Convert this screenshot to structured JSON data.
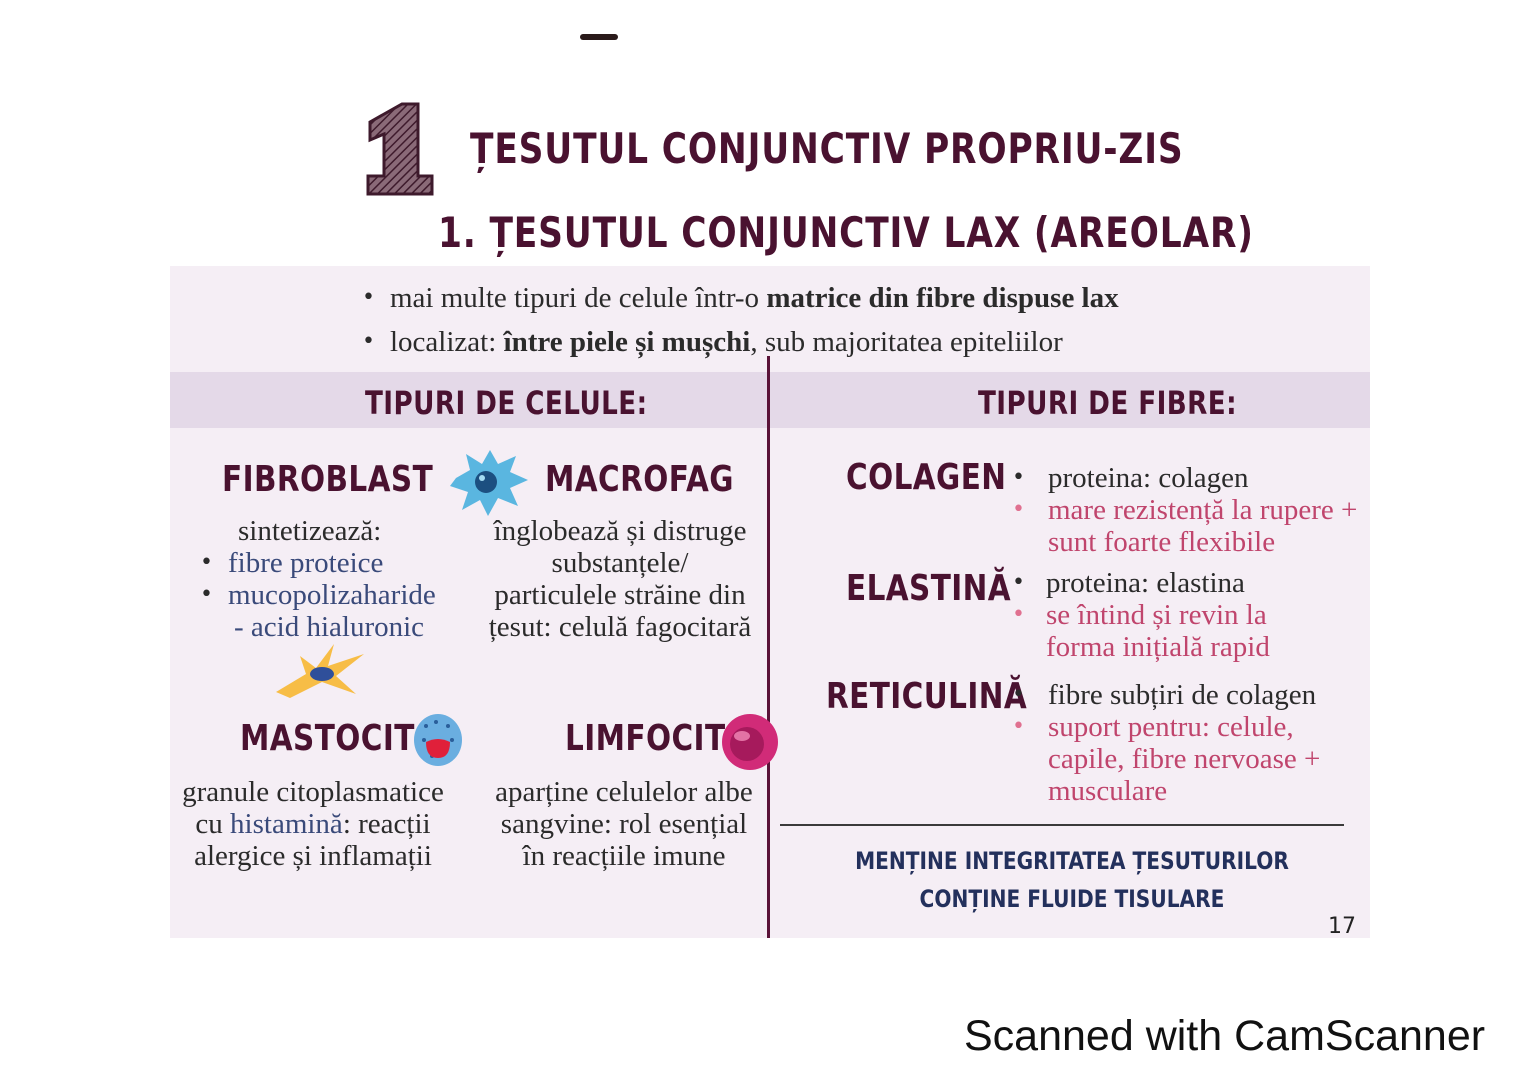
{
  "header": {
    "number": "1",
    "title": "ȚESUTUL CONJUNCTIV PROPRIU-ZIS",
    "subtitle": "1. ȚESUTUL CONJUNCTIV LAX (AREOLAR)"
  },
  "intro": {
    "bullet1_a": "mai multe tipuri de celule într-o ",
    "bullet1_b": "matrice din fibre dispuse lax",
    "bullet2_a": "localizat: ",
    "bullet2_b": "între piele și mușchi",
    "bullet2_c": ", sub majoritatea epiteliilor"
  },
  "cells": {
    "heading": "TIPURI DE CELULE:",
    "fibroblast": {
      "name": "FIBROBLAST",
      "intro": "sintetizează:",
      "items": [
        "fibre proteice",
        "mucopolizaharide"
      ],
      "extra": "- acid hialuronic"
    },
    "macrofag": {
      "name": "MACROFAG",
      "desc": [
        "înglobează și distruge",
        "substanțele/",
        "particulele străine din",
        "țesut: celulă fagocitară"
      ]
    },
    "mastocit": {
      "name": "MASTOCIT",
      "desc_a": "granule citoplasmatice",
      "desc_b": "cu ",
      "desc_c": "histamină",
      "desc_d": ": reacții",
      "desc_e": "alergice și inflamații"
    },
    "limfocit": {
      "name": "LIMFOCIT",
      "desc": [
        "aparține celulelor albe",
        "sangvine: rol esențial",
        "în reacțiile imune"
      ]
    }
  },
  "fibers": {
    "heading": "TIPURI DE FIBRE:",
    "colagen": {
      "name": "COLAGEN",
      "point1": "proteina: colagen",
      "point2": [
        "mare rezistență la rupere +",
        "sunt foarte flexibile"
      ]
    },
    "elastina": {
      "name": "ELASTINĂ",
      "point1": "proteina: elastina",
      "point2": [
        "se întind și revin la",
        "forma inițială rapid"
      ]
    },
    "reticulina": {
      "name": "RETICULINĂ",
      "point1": "fibre subțiri de colagen",
      "point2": [
        "suport pentru: celule,",
        "capile, fibre nervoase +",
        "musculare"
      ]
    },
    "summary": [
      "MENȚINE INTEGRITATEA ȚESUTURILOR",
      "CONȚINE FLUIDE TISULARE"
    ]
  },
  "page_number": "17",
  "watermark": "Scanned with CamScanner",
  "colors": {
    "title": "#4a1230",
    "panel_bg": "#f5eef5",
    "header_band": "#e4d9e8",
    "divider": "#5a1238",
    "pink_text": "#c0456d",
    "navy_text": "#23305c"
  }
}
